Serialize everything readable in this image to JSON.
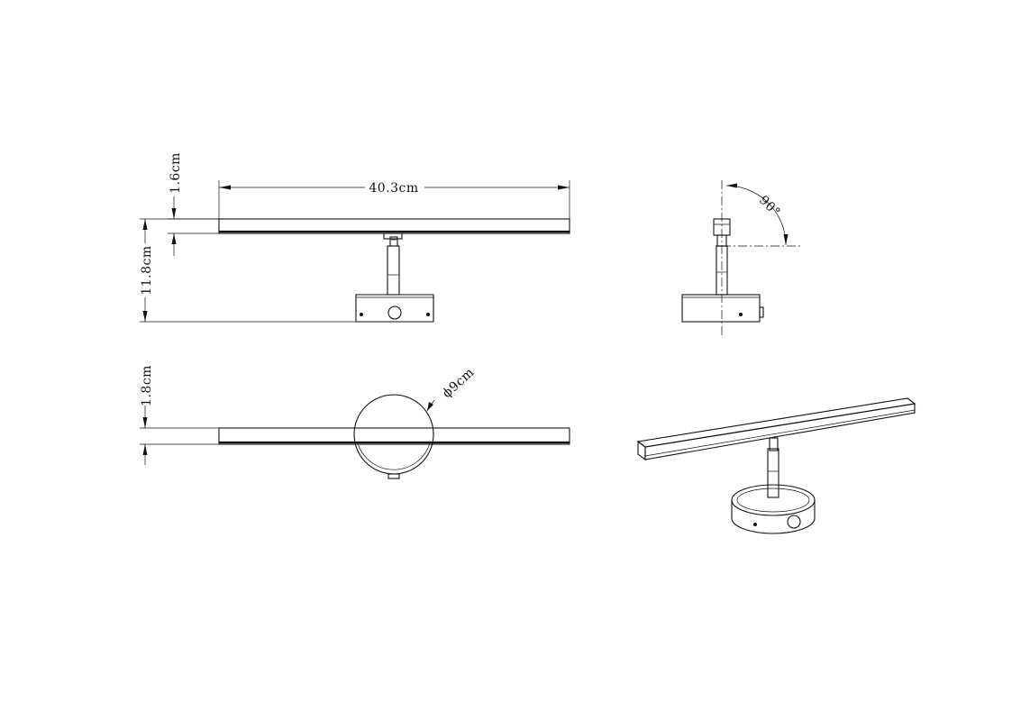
{
  "dimensions": {
    "bar_length": "40.3cm",
    "bar_height_front": "1.6cm",
    "overall_height": "11.8cm",
    "bar_depth_top": "1.8cm",
    "base_diameter": "ϕ9cm",
    "rotation_angle": "90°"
  },
  "colors": {
    "line": "#111111",
    "background": "#ffffff"
  }
}
